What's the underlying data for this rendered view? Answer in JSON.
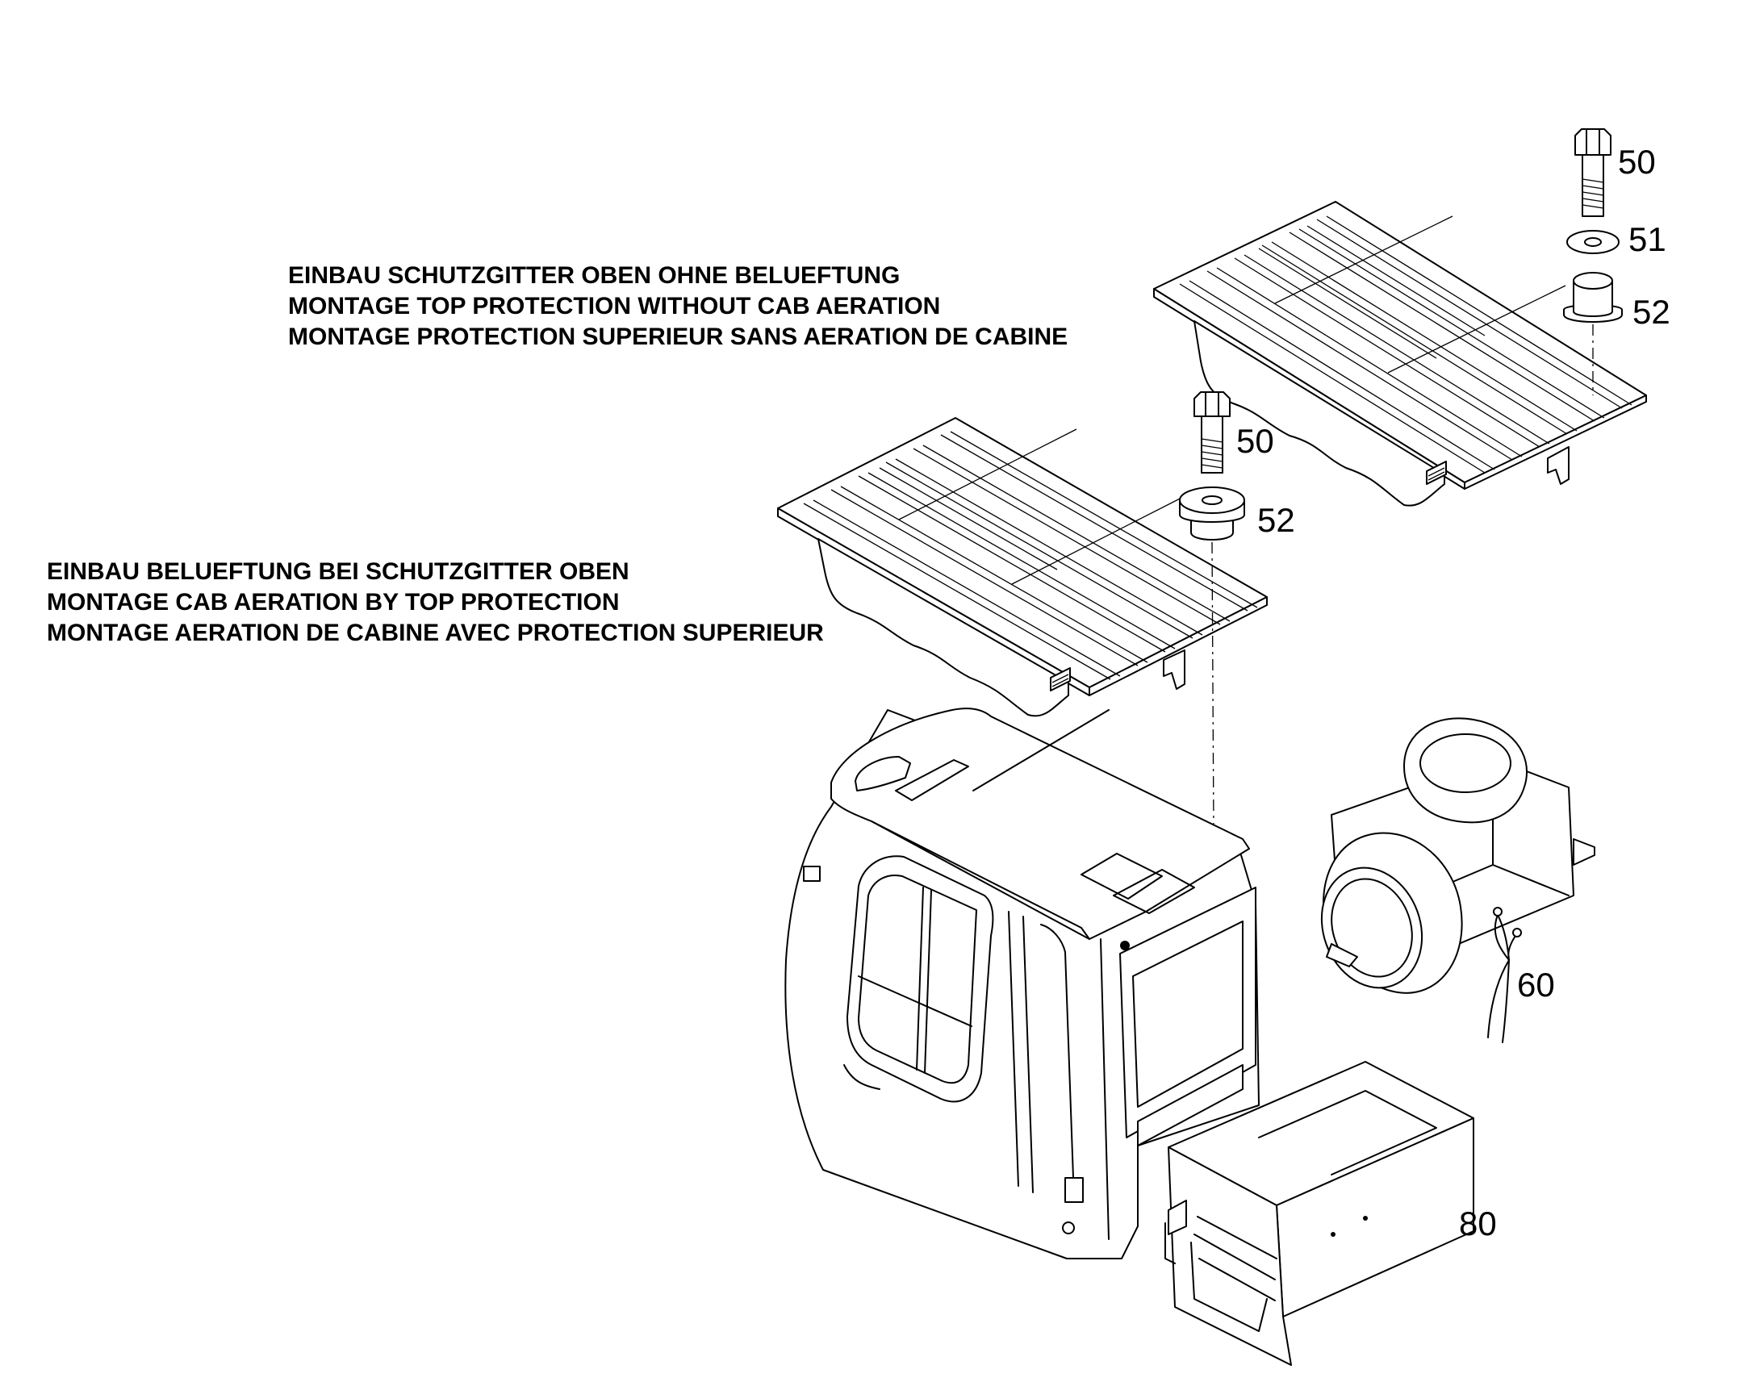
{
  "captions": {
    "top_protection": [
      "EINBAU SCHUTZGITTER OBEN OHNE BELUEFTUNG",
      "MONTAGE TOP PROTECTION WITHOUT CAB AERATION",
      "MONTAGE PROTECTION SUPERIEUR SANS AERATION DE CABINE"
    ],
    "cab_aeration": [
      "EINBAU BELUEFTUNG BEI SCHUTZGITTER OBEN",
      "MONTAGE CAB AERATION BY TOP PROTECTION",
      "MONTAGE AERATION DE CABINE AVEC PROTECTION SUPERIEUR"
    ]
  },
  "callouts": {
    "bolt_upper": "50",
    "washer_upper": "51",
    "spacer_upper": "52",
    "bolt_lower": "50",
    "spacer_lower": "52",
    "cable": "60",
    "ventilation_unit": "80"
  }
}
